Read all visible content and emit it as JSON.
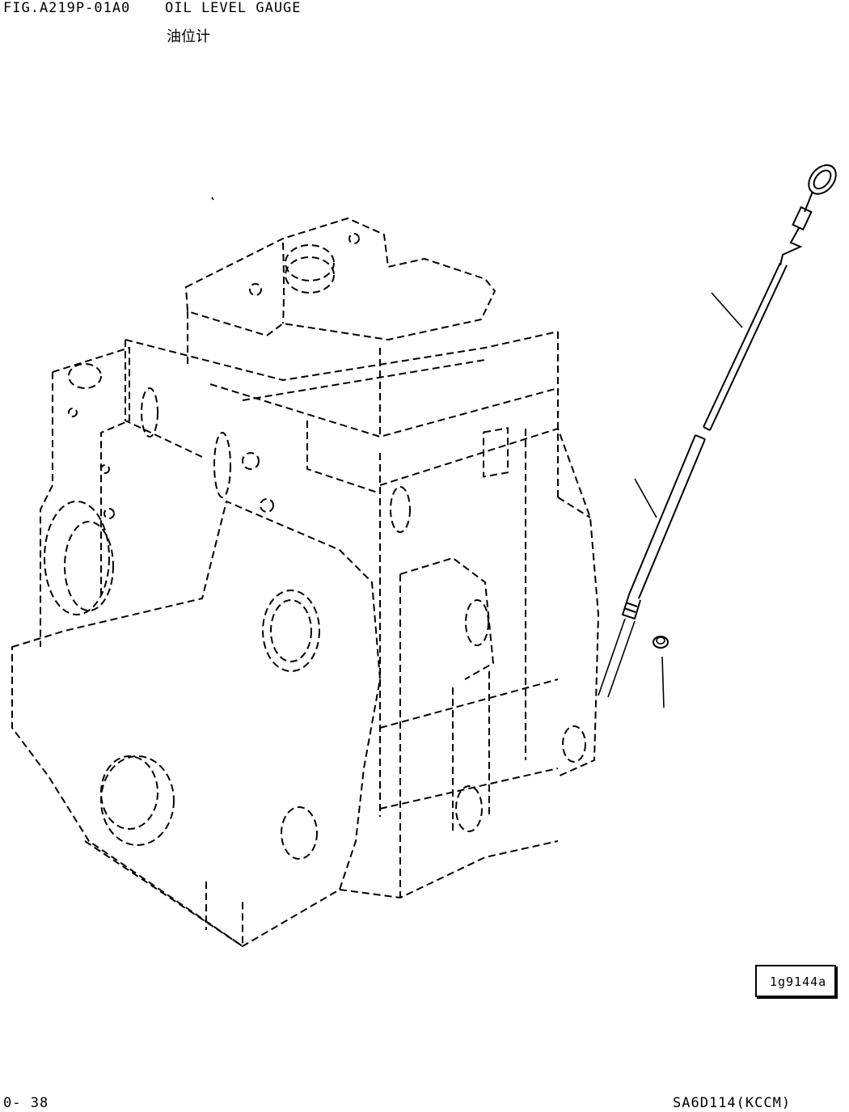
{
  "header": {
    "figure_code": "FIG.A219P-01A0",
    "title_en": "OIL LEVEL GAUGE",
    "title_cn": "油位计"
  },
  "footer": {
    "page_number": "0- 38",
    "model": "SA6D114(KCCM)"
  },
  "reference": {
    "code": "1g9144a"
  }
}
